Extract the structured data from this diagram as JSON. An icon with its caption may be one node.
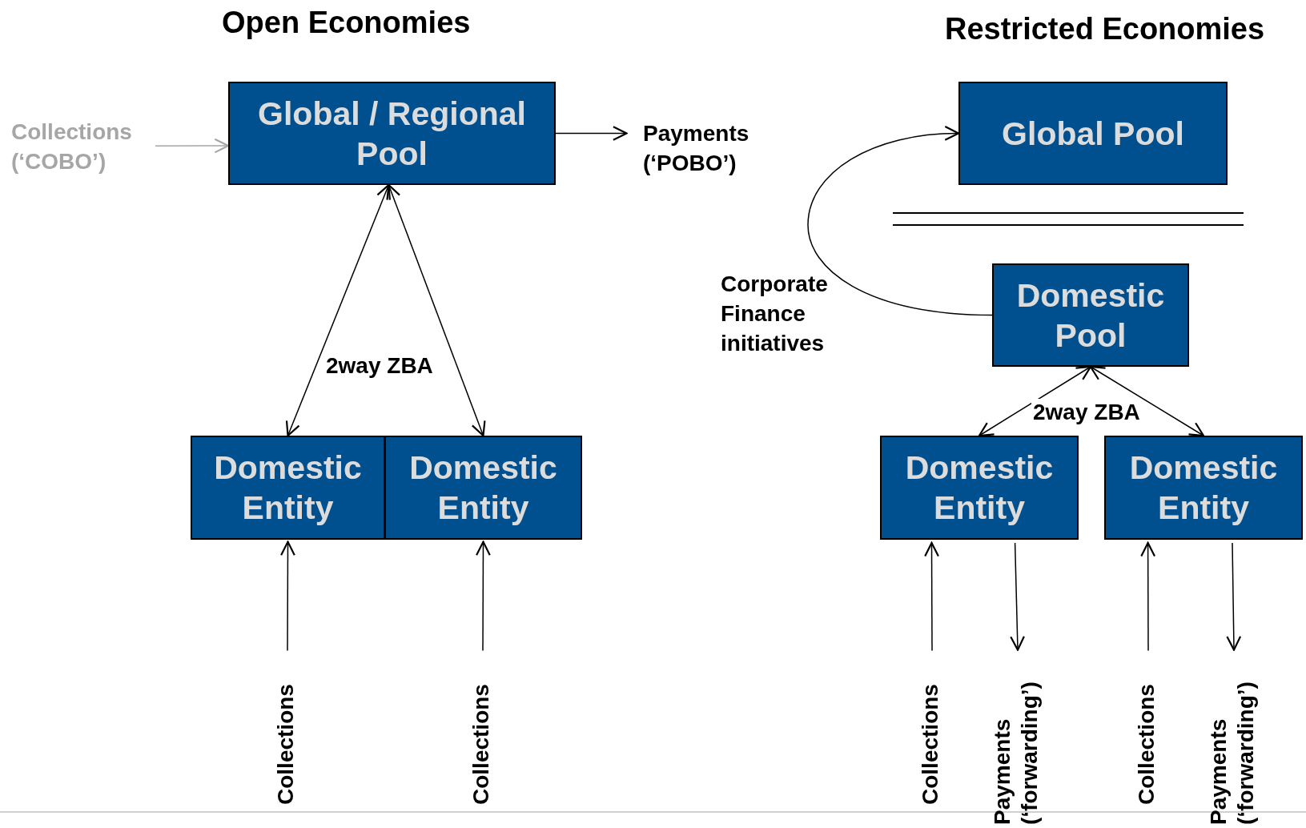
{
  "diagram": {
    "nodes": [
      {
        "text": [
          "Global / Regional Pool"
        ]
      },
      {
        "text": [
          "Collections (‘COBO’)"
        ]
      },
      {
        "text": [
          "Payments (‘POBO’)"
        ]
      },
      {
        "text": [
          "Domestic Entity"
        ]
      },
      {
        "text": [
          "Domestic Entity"
        ]
      },
      {
        "text": [
          "Collections"
        ]
      },
      {
        "text": [
          "Collections"
        ]
      },
      {
        "text": [
          "Global Pool"
        ]
      },
      {
        "text": [
          "Domestic Pool"
        ]
      },
      {
        "text": [
          "Domestic Entity"
        ]
      },
      {
        "text": [
          "Domestic Entity"
        ]
      },
      {
        "text": [
          "Collections"
        ]
      },
      {
        "text": [
          "Payments (‘forwarding’)"
        ]
      },
      {
        "text": [
          "Collections"
        ]
      },
      {
        "text": [
          "Payments (‘forwarding’)"
        ]
      }
    ],
    "edges": [
      {
        "from": 1,
        "to": 0,
        "arrow": "to",
        "color": "#a6a6a6"
      },
      {
        "from": 0,
        "to": 2,
        "arrow": "to"
      },
      {
        "from": 0,
        "to": 3,
        "arrow": "both"
      },
      {
        "from": 0,
        "to": 4,
        "arrow": "both"
      },
      {
        "from": 5,
        "to": 3,
        "arrow": "to"
      },
      {
        "from": 6,
        "to": 4,
        "arrow": "to"
      },
      {
        "from": 8,
        "to": 7,
        "arrow": "to",
        "label": "Corporate Finance initiatives"
      },
      {
        "from": 8,
        "to": 9,
        "arrow": "both"
      },
      {
        "from": 8,
        "to": 10,
        "arrow": "both"
      },
      {
        "from": 11,
        "to": 9,
        "arrow": "to"
      },
      {
        "from": 9,
        "to": 12,
        "arrow": "to"
      },
      {
        "from": 13,
        "to": 10,
        "arrow": "to"
      },
      {
        "from": 10,
        "to": 14,
        "arrow": "to"
      }
    ],
    "labels": [
      "Open Economies",
      "Restricted Economies",
      "2way ZBA",
      "2way ZBA"
    ]
  }
}
